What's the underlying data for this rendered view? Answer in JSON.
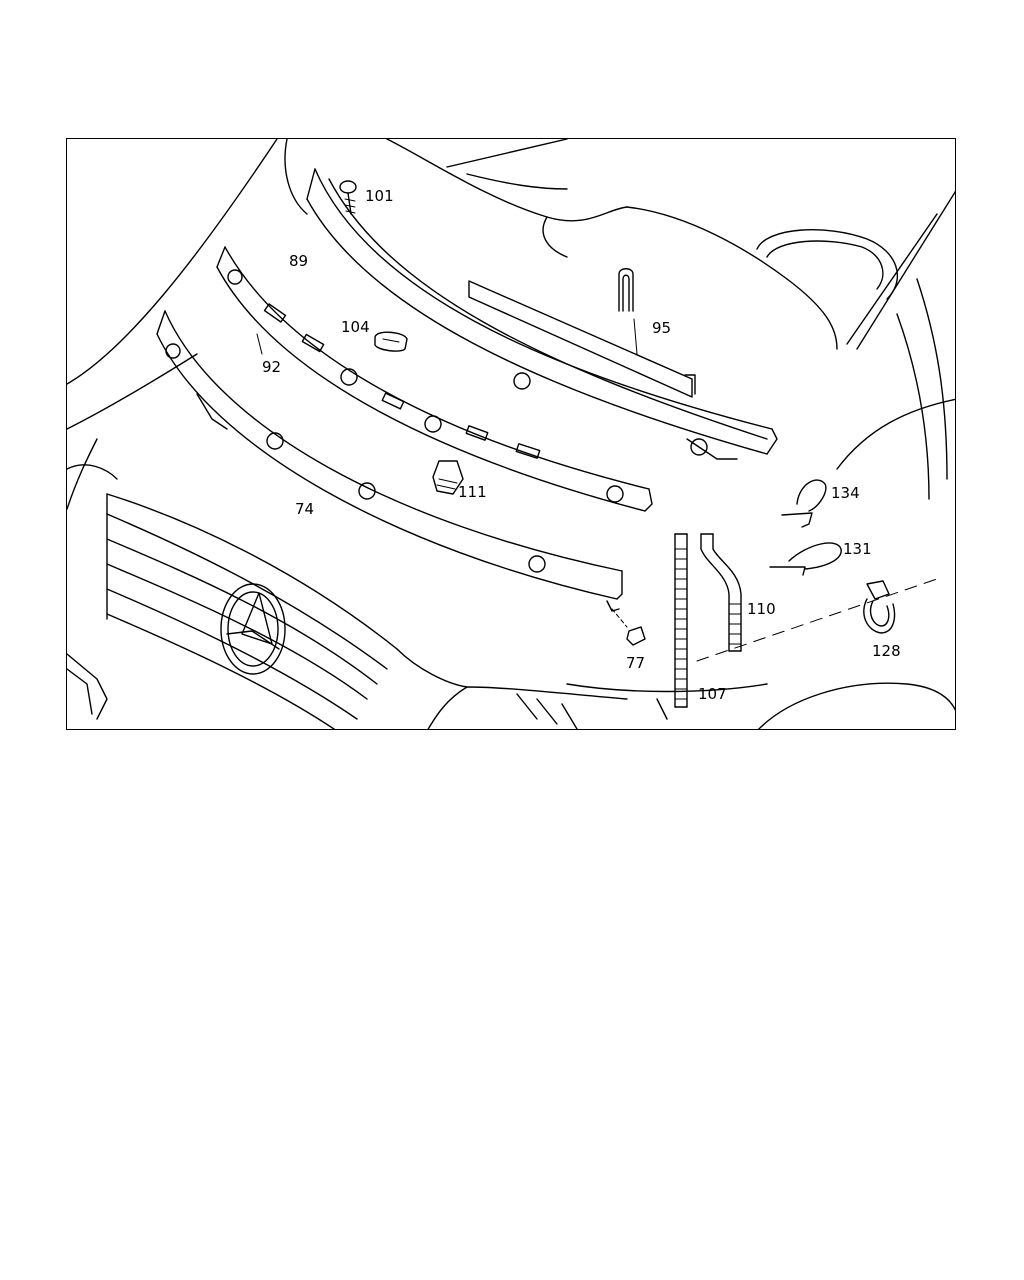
{
  "diagram": {
    "labels": {
      "p101": "101",
      "p89": "89",
      "p104": "104",
      "p95": "95",
      "p92": "92",
      "p111": "111",
      "p74": "74",
      "p134": "134",
      "p131": "131",
      "p110": "110",
      "p77": "77",
      "p128": "128",
      "p107": "107"
    }
  }
}
